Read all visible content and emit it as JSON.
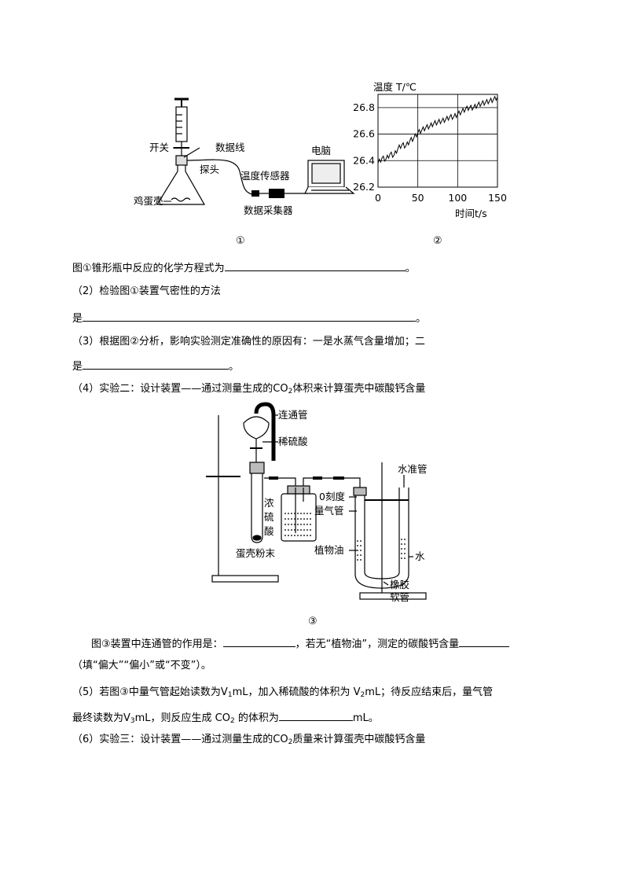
{
  "fig1": {
    "switch": "开关",
    "data_line": "数据线",
    "probe": "探头",
    "eggshell": "鸡蛋壳",
    "temp_sensor": "温度传感器",
    "collector": "数据采集器",
    "computer": "电脑",
    "caption": "①"
  },
  "fig2": {
    "caption": "②",
    "chart_data": {
      "type": "line",
      "ylabel": "温度 T/℃",
      "xlabel": "时间t/s",
      "x_ticks": [
        "0",
        "50",
        "100",
        "150"
      ],
      "y_ticks": [
        "26.2",
        "26.4",
        "26.6",
        "26.8"
      ],
      "xlim": [
        0,
        150
      ],
      "ylim": [
        26.2,
        26.9
      ],
      "grid": true,
      "x": [
        0,
        5,
        10,
        15,
        20,
        25,
        30,
        35,
        40,
        45,
        50,
        55,
        60,
        65,
        70,
        75,
        80,
        85,
        90,
        95,
        100,
        105,
        110,
        115,
        120,
        125,
        130,
        135,
        140,
        145,
        150
      ],
      "y": [
        26.38,
        26.42,
        26.41,
        26.45,
        26.44,
        26.49,
        26.52,
        26.51,
        26.55,
        26.57,
        26.61,
        26.63,
        26.65,
        26.66,
        26.68,
        26.69,
        26.7,
        26.71,
        26.73,
        26.73,
        26.75,
        26.77,
        26.79,
        26.8,
        26.8,
        26.82,
        26.83,
        26.84,
        26.85,
        26.86,
        26.88
      ]
    }
  },
  "q1": {
    "text": "图①锥形瓶中反应的化学方程式为",
    "end": "。"
  },
  "q2": {
    "line1": "（2）检验图①装置气密性的方法",
    "line2_prefix": "是",
    "end": "。"
  },
  "q3": {
    "line1": "（3）根据图②分析，影响实验测定准确性的原因有：一是水蒸气含量增加；二",
    "line2_prefix": "是",
    "end": "。"
  },
  "q4": {
    "prefix": "（4）实验二：设计装置——通过测量生成的CO",
    "sub": "2",
    "suffix": "体积来计算蛋壳中碳酸钙含量"
  },
  "fig3": {
    "connecting_tube": "连通管",
    "dilute_acid": "稀硫酸",
    "conc_acid_1": "浓",
    "conc_acid_2": "硫",
    "conc_acid_3": "酸",
    "eggshell_powder": "蛋壳粉末",
    "zero_mark": "0刻度",
    "gas_burette": "量气管",
    "veg_oil": "植物油",
    "water_tube": "水准管",
    "water": "水",
    "rubber_1": "橡胶",
    "rubber_2": "软管",
    "caption": "③"
  },
  "q4b": {
    "part1": "图③装置中连通管的作用是：",
    "part2": "，若无“植物油”，测定的碳酸钙含量",
    "line2": "（填“偏大”“偏小”或“不变”）。"
  },
  "q5": {
    "a": "（5）若图③中量气管起始读数为V",
    "s1": "1",
    "b": "mL，加入稀硫酸的体积为 V",
    "s2": "2",
    "c": "mL；待反应结束后，量气管",
    "d": "最终读数为V",
    "s3": "3",
    "e": "mL，则反应生成 CO",
    "s4": "2",
    "f": " 的体积为",
    "g": "mL。"
  },
  "q6": {
    "prefix": "（6）实验三：设计装置——通过测量生成的CO",
    "sub": "2",
    "suffix": "质量来计算蛋壳中碳酸钙含量"
  }
}
